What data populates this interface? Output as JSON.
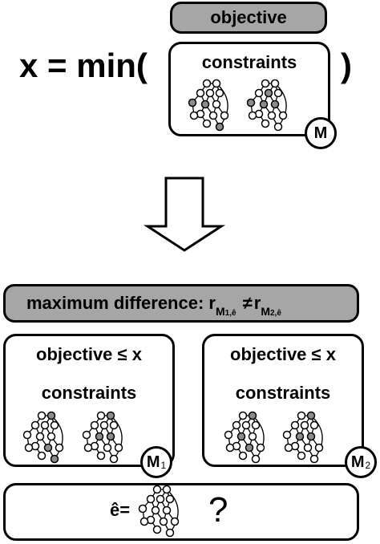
{
  "top": {
    "formula_lhs": "x = min(",
    "formula_rhs": ")",
    "objective": "objective",
    "constraints": "constraints",
    "model_label": "M"
  },
  "bottom": {
    "max_diff_text": "maximum difference: ",
    "r_symbol": "r",
    "r1_sub": "M",
    "r1_sub_index": "1,ê",
    "neq": "≠",
    "r2_sub_index": "2,ê",
    "left": {
      "objective": "objective ≤ x",
      "constraints": "constraints",
      "model": "M",
      "model_index": "1"
    },
    "right": {
      "objective": "objective ≤ x",
      "constraints": "constraints",
      "model": "M",
      "model_index": "2"
    },
    "query": {
      "e_label": "ê=",
      "question": "?"
    }
  },
  "colors": {
    "gray_fill": "#a6a6a6",
    "node_gray": "#8c8c8c",
    "stroke": "#000000"
  }
}
